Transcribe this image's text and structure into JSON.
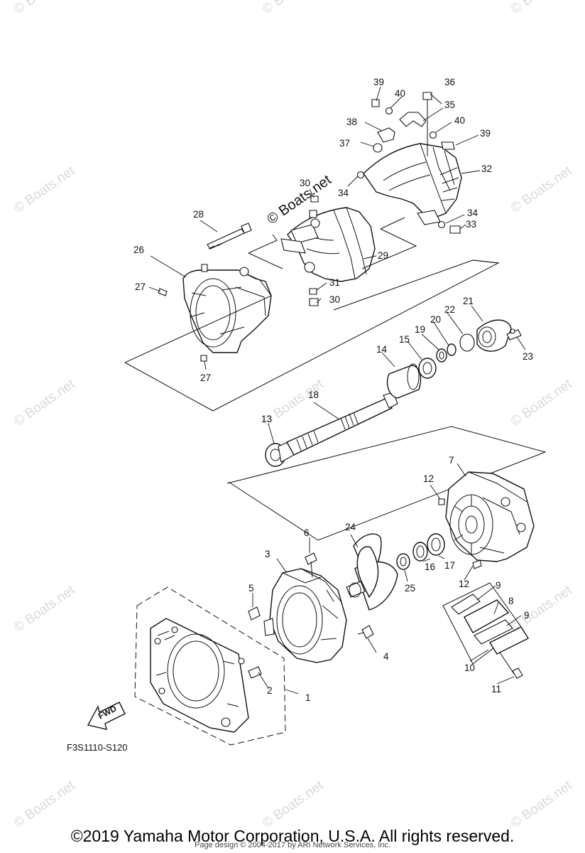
{
  "diagram_code": "F3S1110-S120",
  "fwd_label": "FWD",
  "watermark": "© Boats.net",
  "watermark_center": "© Boats.net",
  "copyright": "©2019 Yamaha Motor Corporation, U.S.A. All rights reserved.",
  "page_design": "Page design © 2004-2017 by ARI Network Services, Inc.",
  "callouts": {
    "c1": "1",
    "c2": "2",
    "c3": "3",
    "c4": "4",
    "c5": "5",
    "c6": "6",
    "c7": "7",
    "c8": "8",
    "c9a": "9",
    "c9b": "9",
    "c10": "10",
    "c11": "11",
    "c12a": "12",
    "c12b": "12",
    "c13": "13",
    "c14": "14",
    "c15": "15",
    "c16": "16",
    "c17": "17",
    "c18": "18",
    "c19": "19",
    "c20": "20",
    "c21": "21",
    "c22": "22",
    "c23": "23",
    "c24": "24",
    "c25": "25",
    "c26": "26",
    "c27a": "27",
    "c27b": "27",
    "c28": "28",
    "c29": "29",
    "c30a": "30",
    "c30b": "30",
    "c31": "31",
    "c32": "32",
    "c33": "33",
    "c34a": "34",
    "c34b": "34",
    "c35": "35",
    "c36": "36",
    "c37": "37",
    "c38": "38",
    "c39a": "39",
    "c39b": "39",
    "c40a": "40",
    "c40b": "40"
  }
}
